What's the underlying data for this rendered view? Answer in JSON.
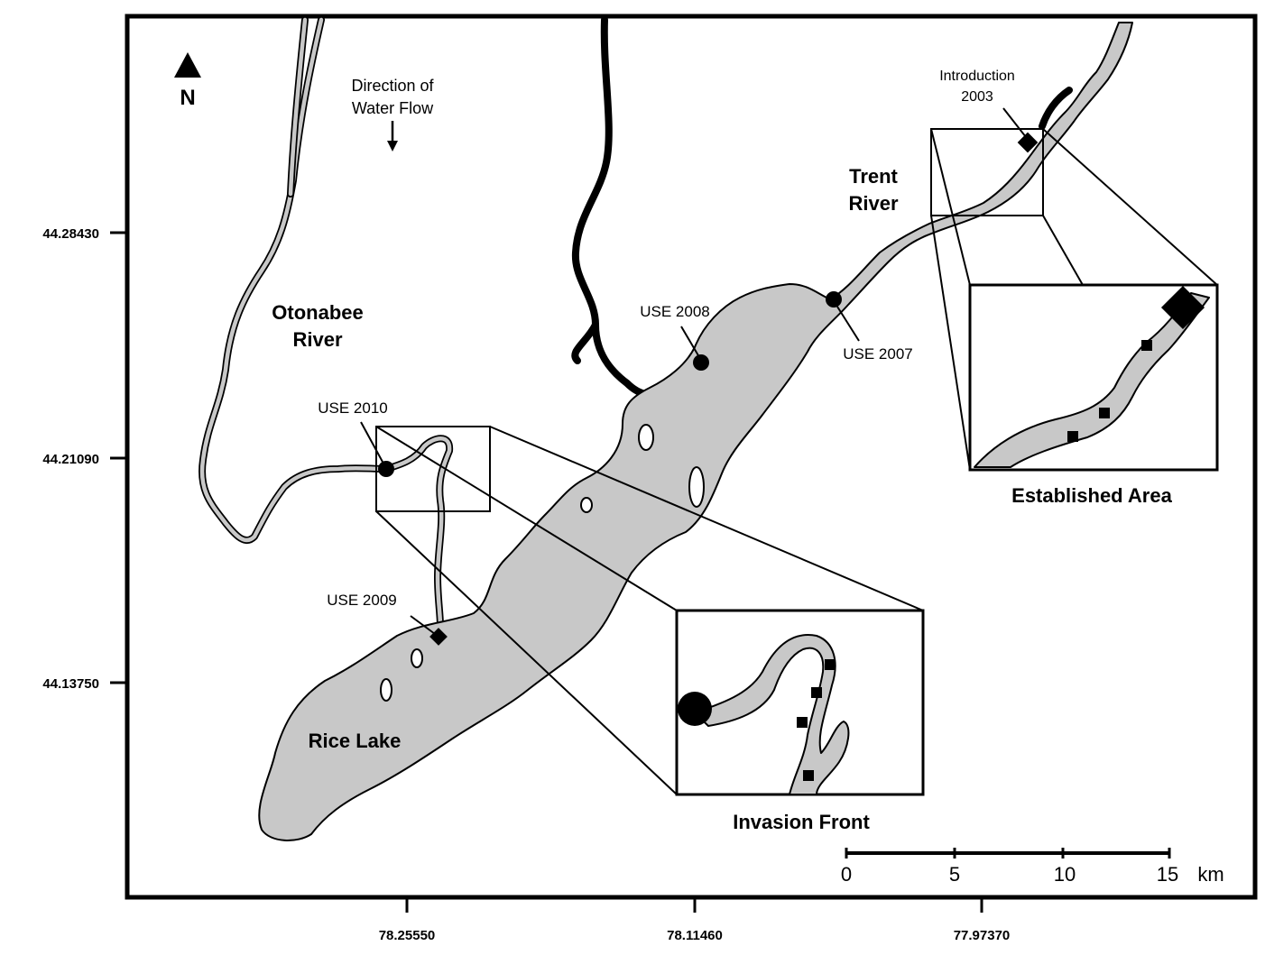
{
  "compass": {
    "label": "N",
    "icon": "north-arrow-icon"
  },
  "flow_note": {
    "line1": "Direction of",
    "line2": "Water Flow",
    "icon": "down-arrow-icon"
  },
  "water_bodies": {
    "otonabee": {
      "line1": "Otonabee",
      "line2": "River"
    },
    "trent": {
      "line1": "Trent",
      "line2": "River"
    },
    "rice_lake": "Rice Lake"
  },
  "sites": {
    "introduction": {
      "line1": "Introduction",
      "line2": "2003"
    },
    "use_2007": "USE 2007",
    "use_2008": "USE 2008",
    "use_2009": "USE 2009",
    "use_2010": "USE 2010"
  },
  "insets": {
    "established": "Established Area",
    "invasion": "Invasion Front"
  },
  "scale_bar": {
    "ticks": [
      "0",
      "5",
      "10",
      "15"
    ],
    "unit": "km"
  },
  "axes": {
    "latitude": [
      "44.28430",
      "44.21090",
      "44.13750"
    ],
    "longitude": [
      "78.25550",
      "78.11460",
      "77.97370"
    ]
  },
  "colors": {
    "water": "#c8c8c8",
    "land": "#ffffff",
    "line": "#000000"
  }
}
